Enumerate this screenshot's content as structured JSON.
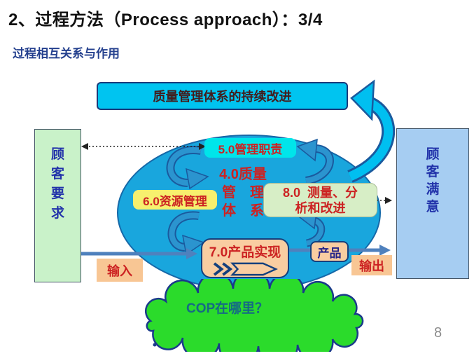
{
  "page": {
    "title": "2、过程方法（Process approach）：3/4",
    "subtitle": "过程相互关系与作用",
    "page_number": "8"
  },
  "diagram": {
    "banner_label": "质量管理体系的持续改进",
    "customer_requirements": "顾客要求",
    "customer_satisfaction": "顾客满意",
    "management_responsibility": "5.0管理职责",
    "qms_lines": [
      "4.0质量",
      "管　理",
      "体　系"
    ],
    "measurement_lines": [
      "8.0  测量、分",
      "析和改进"
    ],
    "resource_management": "6.0资源管理",
    "product_realization": "7.0产品实现",
    "product": "产品",
    "input_label": "输入",
    "output_label": "输出",
    "cloud_question": "COP在哪里？"
  },
  "colors": {
    "ellipse_blue": "#19A6DD",
    "banner_cyan": "#00C4F0",
    "cyan_box": "#00E5EA",
    "yellow_box": "#F7F06E",
    "pale_green_box": "#D7EEC6",
    "peach_box": "#F9CDA1",
    "left_box_green": "#C9F2C9",
    "right_box_blue": "#A6CDF2",
    "cloud_green": "#2BDB2B",
    "red_text": "#CC2222",
    "navy_text": "#2233AA",
    "flow_arrow_blue": "#4F81BD",
    "outline_navy": "#1A3A8A",
    "title_black": "#111111",
    "subtitle_navy": "#24408E"
  }
}
